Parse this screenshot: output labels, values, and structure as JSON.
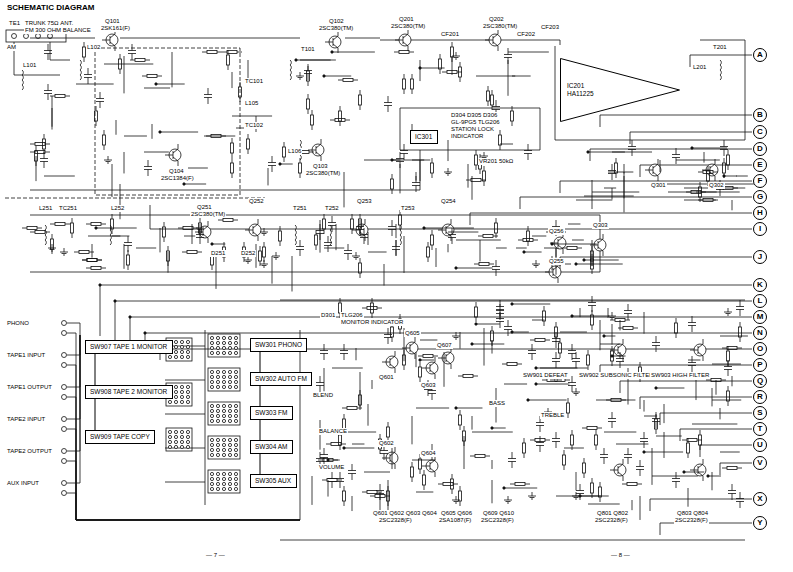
{
  "diagram": {
    "title": "SCHEMATIC DIAGRAM",
    "nodes": [
      {
        "text": [
          "IC201",
          "HA11225"
        ]
      },
      {
        "text": [
          "IC301"
        ]
      },
      {
        "text": [
          "SW907 TAPE 1 MONITOR"
        ]
      },
      {
        "text": [
          "SW908 TAPE 2 MONITOR"
        ]
      },
      {
        "text": [
          "SW909 TAPE COPY"
        ]
      },
      {
        "text": [
          "SW301 PHONO"
        ]
      },
      {
        "text": [
          "SW302 AUTO FM"
        ]
      },
      {
        "text": [
          "SW303 FM"
        ]
      },
      {
        "text": [
          "SW304 AM"
        ]
      },
      {
        "text": [
          "SW305 AUX"
        ]
      },
      {
        "text": [
          "A"
        ]
      },
      {
        "text": [
          "B"
        ]
      },
      {
        "text": [
          "C"
        ]
      },
      {
        "text": [
          "D"
        ]
      },
      {
        "text": [
          "E"
        ]
      },
      {
        "text": [
          "F"
        ]
      },
      {
        "text": [
          "G"
        ]
      },
      {
        "text": [
          "H"
        ]
      },
      {
        "text": [
          "I"
        ]
      },
      {
        "text": [
          "J"
        ]
      },
      {
        "text": [
          "K"
        ]
      },
      {
        "text": [
          "L"
        ]
      },
      {
        "text": [
          "M"
        ]
      },
      {
        "text": [
          "N"
        ]
      },
      {
        "text": [
          "O"
        ]
      },
      {
        "text": [
          "P"
        ]
      },
      {
        "text": [
          "Q"
        ]
      },
      {
        "text": [
          "R"
        ]
      },
      {
        "text": [
          "S"
        ]
      },
      {
        "text": [
          "T"
        ]
      },
      {
        "text": [
          "U"
        ]
      },
      {
        "text": [
          "V"
        ]
      },
      {
        "text": [
          "X"
        ]
      },
      {
        "text": [
          "Y"
        ]
      }
    ],
    "edges": [
      {
        "from": 2,
        "to": 3,
        "arrow": "none"
      },
      {
        "from": 3,
        "to": 4,
        "arrow": "none"
      },
      {
        "from": 5,
        "to": 6,
        "arrow": "none"
      },
      {
        "from": 6,
        "to": 7,
        "arrow": "none"
      },
      {
        "from": 7,
        "to": 8,
        "arrow": "none"
      },
      {
        "from": 8,
        "to": 9,
        "arrow": "none"
      }
    ],
    "labels": [
      "TE1",
      "TRUNK 75Ω ANT.",
      "FM 300 OHM BALANCE",
      "AM",
      "L101",
      "L102",
      "Q101",
      "2SK161(F)",
      "Q104",
      "2SC1384(F)",
      "TC101",
      "TC102",
      "L105",
      "Q102",
      "2SC380(TM)",
      "T101",
      "Q103",
      "2SC380(TM)",
      "L106",
      "Q201",
      "2SC380(TM)",
      "CF201",
      "Q202",
      "2SC380(TM)",
      "CF202",
      "CF203",
      "T201",
      "L201",
      "D304 D305 D306",
      "GL-9PG5 TLG206",
      "STATION LOCK",
      "INDICATOR",
      "VR201 50kΩ",
      "Q301",
      "Q302",
      "L251",
      "TC251",
      "L252",
      "Q251",
      "2SC380(TM)",
      "Q252",
      "T251",
      "T252",
      "Q253",
      "T253",
      "Q254",
      "D251",
      "D252",
      "Q255",
      "Q256",
      "Q303",
      "PHONO",
      "TAPE1 INPUT",
      "TAPE1 OUTPUT",
      "TAPE2 INPUT",
      "TAPE2 OUTPUT",
      "AUX INPUT",
      "D301",
      "TLG206",
      "MONITOR INDICATOR",
      "BLEND",
      "BALANCE",
      "VOLUME",
      "Q601",
      "Q603",
      "Q605",
      "Q607",
      "Q602",
      "Q604",
      "BASS",
      "TREBLE",
      "SW901 DEFEAT",
      "SW902 SUBSONIC FILTER",
      "SW903 HIGH FILTER",
      "Q601 Q602 Q603 Q604",
      "2SC2328(F)",
      "Q605 Q606",
      "2SA1087(F)",
      "Q609 Q610",
      "2SC2328(F)",
      "Q801 Q802",
      "2SC2328(F)",
      "Q803 Q804",
      "2SC2328(F)",
      "— 7 —",
      "— 8 —"
    ]
  }
}
